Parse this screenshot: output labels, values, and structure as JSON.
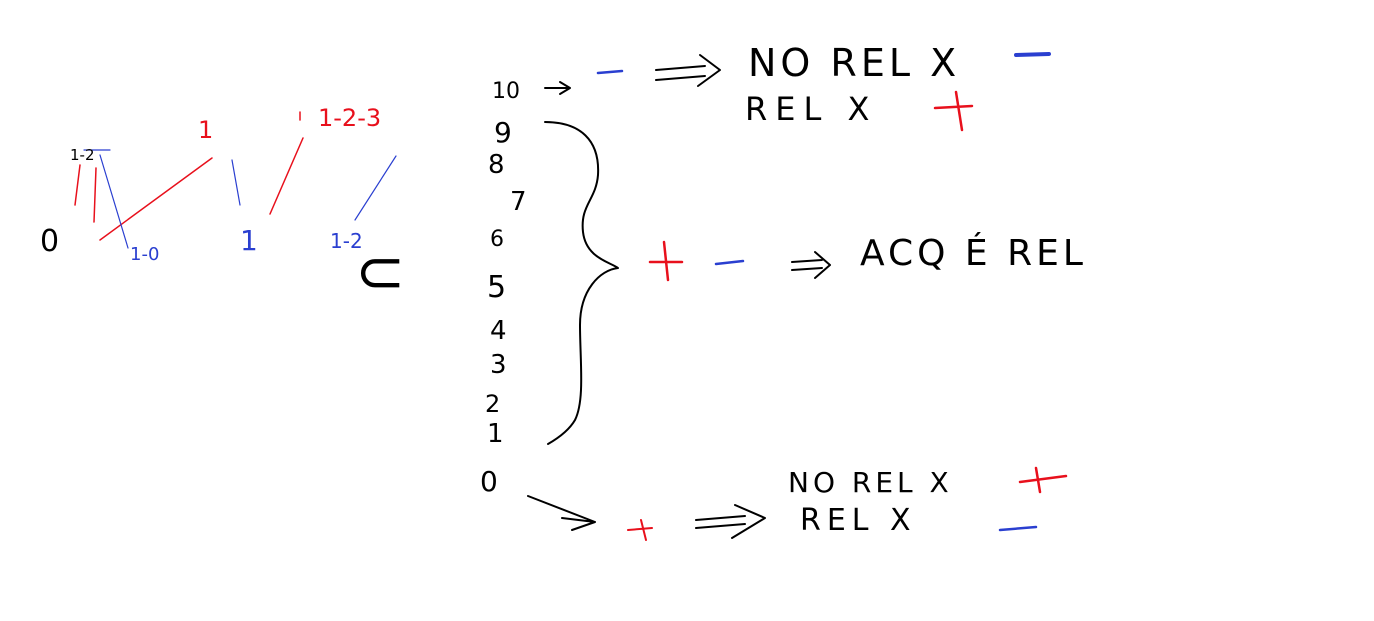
{
  "colors": {
    "ink": "#000000",
    "red": "#e8101c",
    "blue": "#2a3fd0",
    "background": "#ffffff"
  },
  "left_sketch": {
    "red_top_a": "1-2",
    "red_top_b": "1",
    "red_top_c": "1-2-3",
    "node_0": "0",
    "node_1": "1",
    "node_1_ref": "1-0",
    "node_2": "1-2",
    "bracket": "⊂"
  },
  "scale": [
    "10",
    "9",
    "8",
    "7",
    "6",
    "5",
    "4",
    "3",
    "2",
    "1"
  ],
  "bottom_value": "0",
  "top_branch": {
    "sign": "-",
    "line1": "NO REL X",
    "line1_sign": "-",
    "line2": "REL X",
    "line2_sign": "+"
  },
  "middle_branch": {
    "sign_plus": "+",
    "sign_minus": "-",
    "text": "ACQ É REL"
  },
  "bottom_branch": {
    "sign": "+",
    "line1": "NO REL X",
    "line1_sign": "+",
    "line2": "REL X",
    "line2_sign": "-"
  }
}
